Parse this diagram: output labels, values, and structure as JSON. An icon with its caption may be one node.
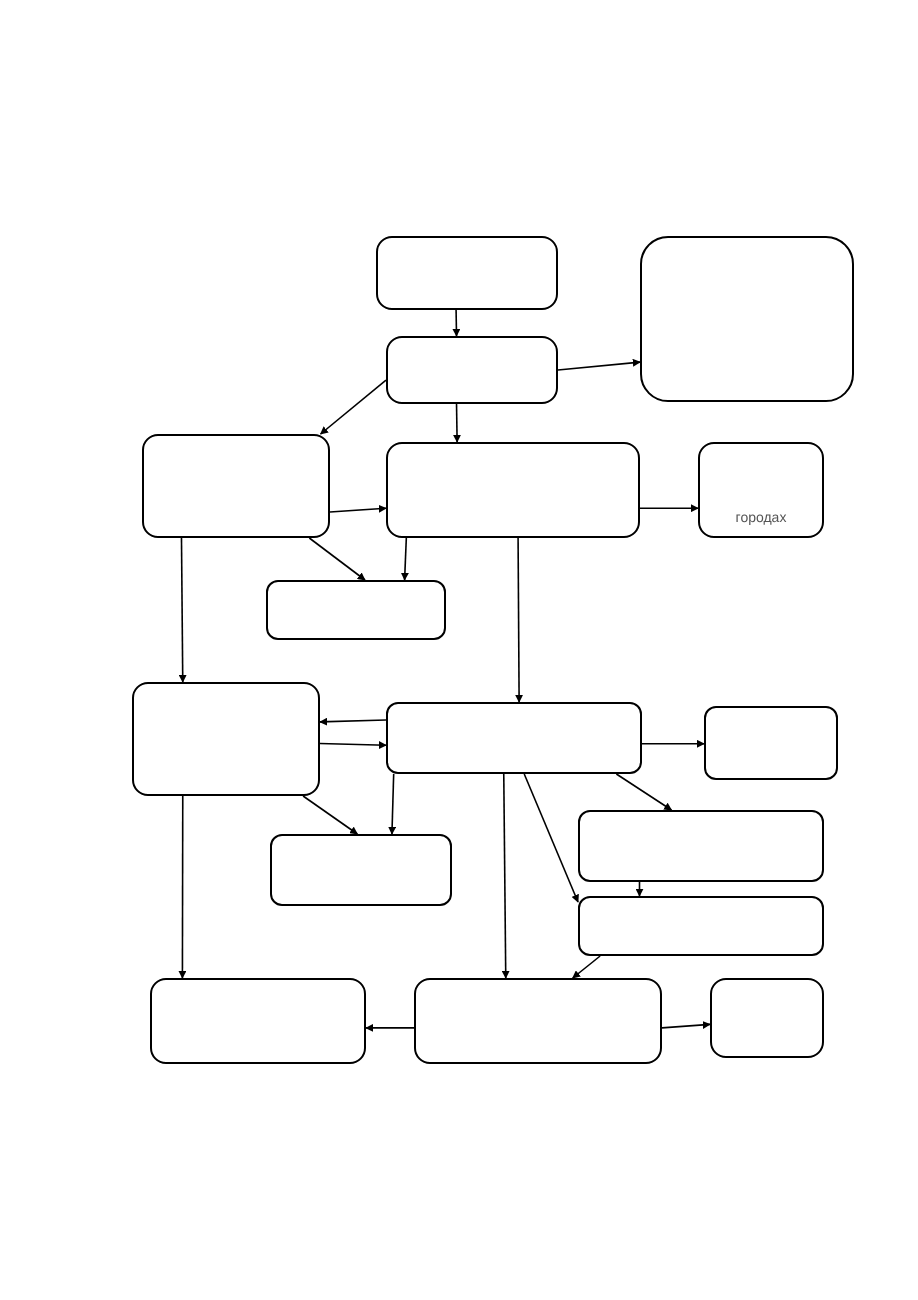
{
  "diagram": {
    "nodes": [
      {
        "text": [],
        "shape": "box"
      },
      {
        "text": [],
        "shape": "box"
      },
      {
        "text": [],
        "shape": "box"
      },
      {
        "text": [],
        "shape": "box"
      },
      {
        "text": [],
        "shape": "box"
      },
      {
        "text": [
          "городах"
        ]
      },
      {
        "text": [],
        "shape": "box"
      },
      {
        "text": [],
        "shape": "box"
      },
      {
        "text": [],
        "shape": "box"
      },
      {
        "text": [],
        "shape": "box"
      },
      {
        "text": [],
        "shape": "box"
      },
      {
        "text": [],
        "shape": "box"
      },
      {
        "text": [],
        "shape": "box"
      },
      {
        "text": [],
        "shape": "box"
      },
      {
        "text": [],
        "shape": "box"
      },
      {
        "text": [],
        "shape": "box"
      }
    ],
    "edges": [
      {
        "from": 0,
        "to": 2,
        "arrow": "to"
      },
      {
        "from": 2,
        "to": 1,
        "arrow": "to"
      },
      {
        "from": 2,
        "to": 3,
        "arrow": "to"
      },
      {
        "from": 2,
        "to": 4,
        "arrow": "to"
      },
      {
        "from": 3,
        "to": 4,
        "arrow": "to"
      },
      {
        "from": 3,
        "to": 6,
        "arrow": "to"
      },
      {
        "from": 4,
        "to": 6,
        "arrow": "to"
      },
      {
        "from": 4,
        "to": 5,
        "arrow": "to"
      },
      {
        "from": 3,
        "to": 7,
        "arrow": "to"
      },
      {
        "from": 4,
        "to": 8,
        "arrow": "to"
      },
      {
        "from": 8,
        "to": 7,
        "arrow": "to"
      },
      {
        "from": 7,
        "to": 8,
        "arrow": "to"
      },
      {
        "from": 8,
        "to": 9,
        "arrow": "to"
      },
      {
        "from": 7,
        "to": 11,
        "arrow": "to"
      },
      {
        "from": 8,
        "to": 11,
        "arrow": "to"
      },
      {
        "from": 8,
        "to": 10,
        "arrow": "to"
      },
      {
        "from": 8,
        "to": 14,
        "arrow": "to"
      },
      {
        "from": 8,
        "to": 12,
        "arrow": "to"
      },
      {
        "from": 10,
        "to": 12,
        "arrow": "to"
      },
      {
        "from": 12,
        "to": 14,
        "arrow": "to"
      },
      {
        "from": 7,
        "to": 13,
        "arrow": "to"
      },
      {
        "from": 14,
        "to": 13,
        "arrow": "to"
      },
      {
        "from": 14,
        "to": 15,
        "arrow": "to"
      }
    ]
  }
}
